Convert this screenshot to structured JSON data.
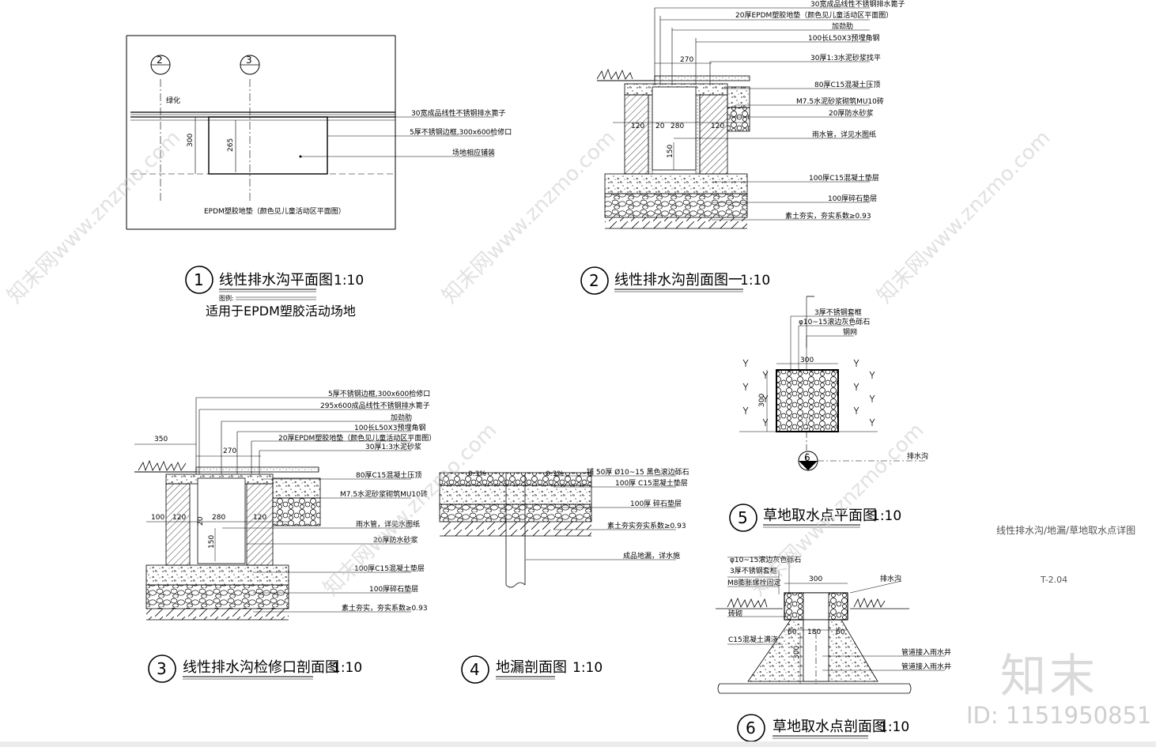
{
  "sheet": {
    "title": "线性排水沟/地漏/草地取水点详图",
    "number": "T-2.04",
    "watermark_logo": "知末",
    "watermark_id": "ID: 1151950851",
    "watermark_text": "知末网www.znzmo.com"
  },
  "details": [
    {
      "num": "1",
      "title": "线性排水沟平面图",
      "scale": "1:10",
      "note_small": "图例:",
      "subtitle": "适用于EPDM塑胶活动场地",
      "labels": [
        "绿化",
        "30宽成品线性不锈钢排水篦子",
        "5厚不锈钢边框,300x600检修口",
        "场地相应铺装",
        "EPDM塑胶地垫（颜色见儿童活动区平面图）"
      ],
      "dims": [
        "300",
        "265"
      ],
      "markers": [
        "2",
        "3"
      ]
    },
    {
      "num": "2",
      "title": "线性排水沟剖面图一",
      "scale": "1:10",
      "labels": [
        "30宽成品线性不锈钢排水篦子",
        "20厚EPDM塑胶地垫（颜色见儿童活动区平面图）",
        "加劲肋",
        "100长L50X3预埋角钢",
        "30厚1:3水泥砂浆找平",
        "80厚C15混凝土压顶",
        "M7.5水泥砂浆砌筑MU10砖",
        "20厚防水砂浆",
        "雨水管，详见水图纸",
        "100厚C15混凝土垫层",
        "100厚碎石垫层",
        "素土夯实，夯实系数≥0.93"
      ],
      "dims": [
        "270",
        "120",
        "20",
        "280",
        "120",
        "150"
      ]
    },
    {
      "num": "3",
      "title": "线性排水沟检修口剖面图",
      "scale": "1:10",
      "labels": [
        "5厚不锈钢边框,300x600检修口",
        "295x600成品线性不锈钢排水篦子",
        "加劲肋",
        "100长L50X3预埋角钢",
        "20厚EPDM塑胶地垫（颜色见儿童活动区平面图）",
        "30厚1:3水泥砂浆",
        "80厚C15混凝土压顶",
        "M7.5水泥砂浆砌筑MU10砖",
        "雨水管，详见水图纸",
        "20厚防水砂浆",
        "100厚C15混凝土垫层",
        "100厚碎石垫层",
        "素土夯实，夯实系数≥0.93"
      ],
      "dims": [
        "350",
        "270",
        "100",
        "120",
        "20",
        "280",
        "120",
        "150"
      ]
    },
    {
      "num": "4",
      "title": "地漏剖面图",
      "scale": "1:10",
      "labels": [
        "铺 50厚 Ø10~15 黑色滚边砾石",
        "100厚 C15混凝土垫层",
        "100厚 碎石垫层",
        "素土夯实夯实系数≥0.93",
        "成品地漏，详水施"
      ],
      "dims": [
        "0.3%",
        "0.3%"
      ]
    },
    {
      "num": "5",
      "title": "草地取水点平面图",
      "scale": "1:10",
      "labels": [
        "3厚不锈钢套框",
        "φ10~15滚边灰色砾石",
        "钢网",
        "排水沟"
      ],
      "dims": [
        "300",
        "300"
      ],
      "markers": [
        "6"
      ]
    },
    {
      "num": "6",
      "title": "草地取水点剖面图",
      "scale": "1:10",
      "labels": [
        "φ10~15滚边灰色砾石",
        "3厚不锈钢套框",
        "M8膨胀螺栓固定",
        "排水沟",
        "砖砌",
        "C15混凝土满浇",
        "管道接入雨水井",
        "管道接入雨水井"
      ],
      "dims": [
        "300",
        "60",
        "180",
        "60",
        "300"
      ]
    }
  ]
}
